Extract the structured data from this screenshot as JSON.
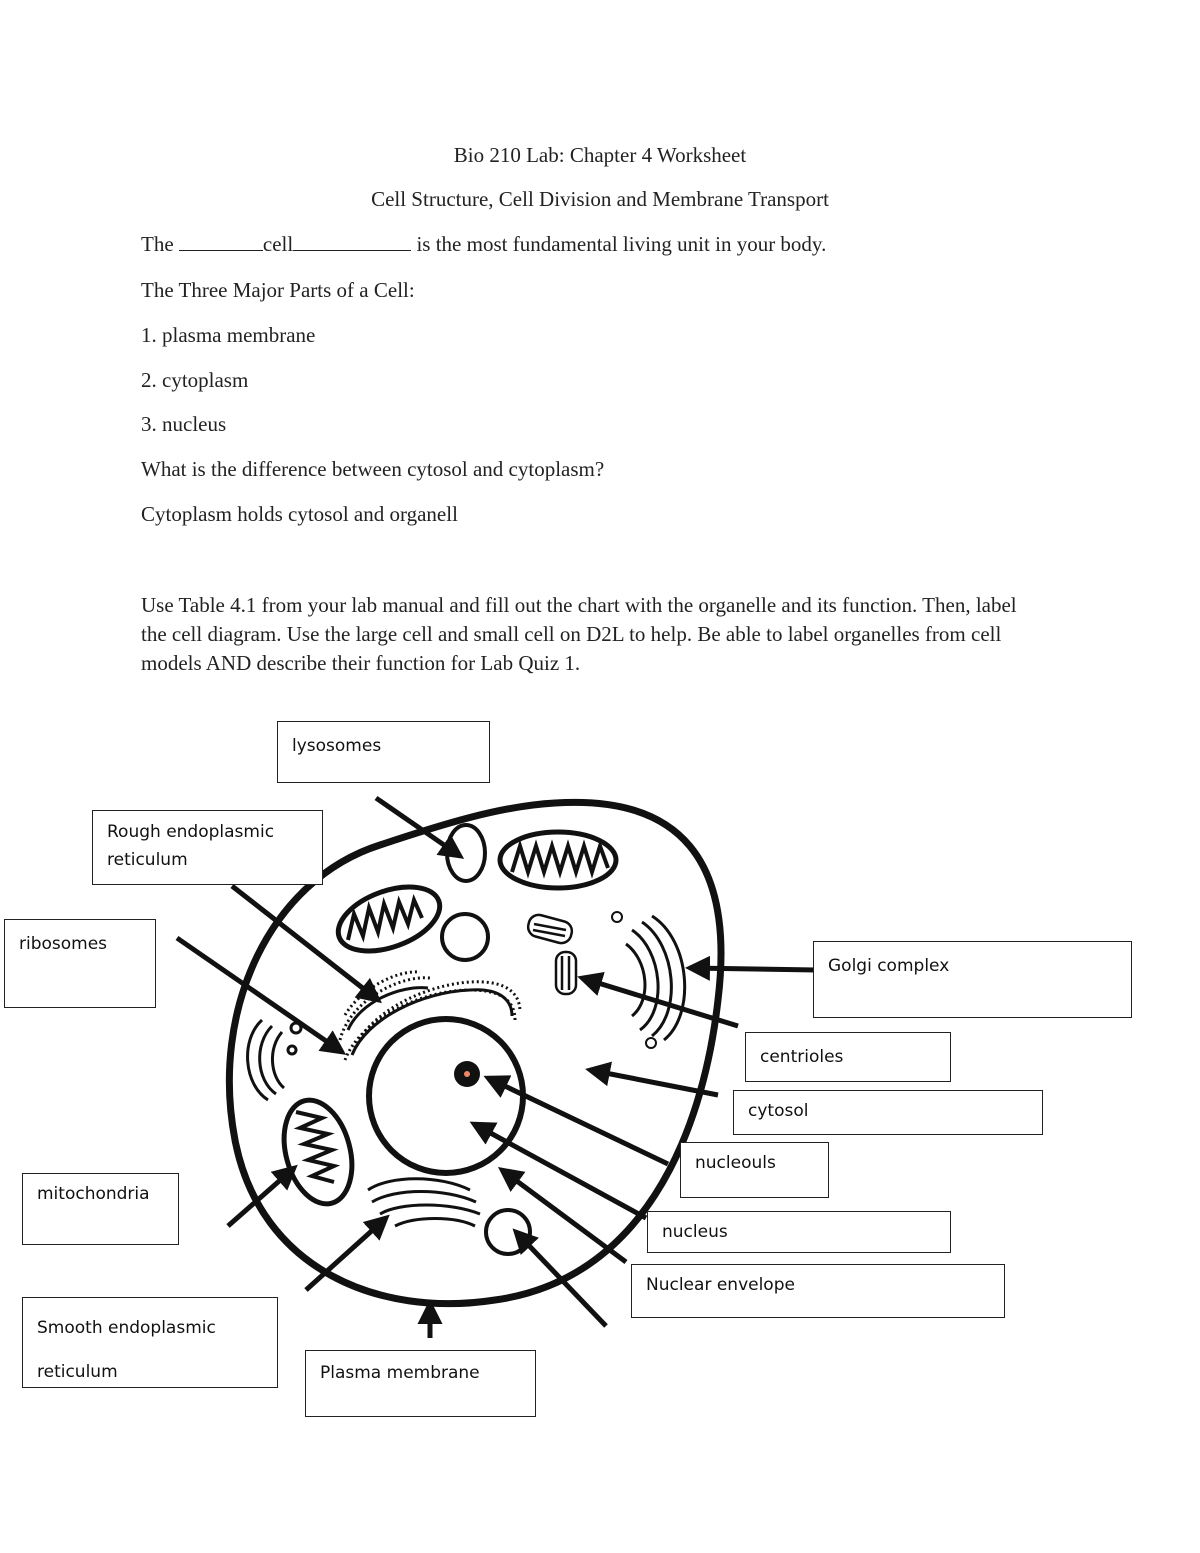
{
  "header": {
    "title": "Bio 210 Lab: Chapter 4 Worksheet",
    "subtitle": "Cell Structure, Cell Division and Membrane Transport"
  },
  "body": {
    "fill_sentence": {
      "prefix": "The ",
      "answer": "cell",
      "suffix": " is the most fundamental living unit in your body."
    },
    "parts_heading": "The Three Major Parts of a Cell:",
    "parts": [
      "1. plasma membrane",
      "2.  cytoplasm",
      "3. nucleus"
    ],
    "question": "What is the difference between cytosol and cytoplasm?",
    "answer": "Cytoplasm holds cytosol and organell",
    "instructions": "Use Table 4.1 from your lab manual and fill out the chart with the organelle and its function.  Then, label the cell diagram. Use the large cell and small cell on D2L to help.   Be able to label organelles from cell models AND describe their function for Lab Quiz 1."
  },
  "diagram_labels": {
    "lysosomes": "lysosomes",
    "rough_er_line1": "Rough endoplasmic",
    "rough_er_line2": "reticulum",
    "ribosomes": "ribosomes",
    "golgi": "Golgi complex",
    "centrioles": "centrioles",
    "cytosol": "cytosol",
    "nucleolus": "nucleouls",
    "nucleus": "nucleus",
    "nuclear_envelope": "Nuclear envelope",
    "mitochondria": "mitochondria",
    "smooth_er_line1": "Smooth endoplasmic",
    "smooth_er_line2": "reticulum",
    "plasma_membrane": "Plasma membrane"
  }
}
